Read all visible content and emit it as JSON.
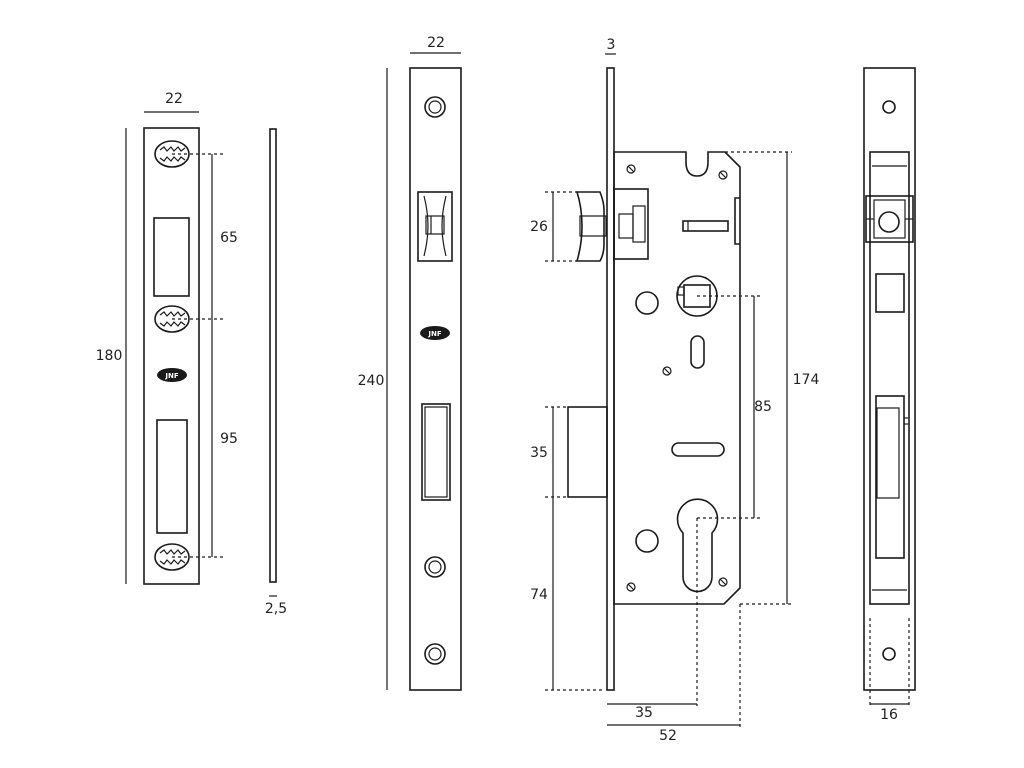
{
  "dimensions": {
    "strike_width": "22",
    "strike_height": "180",
    "hole_spacing_top": "65",
    "hole_spacing_bottom": "95",
    "strike_thickness": "2,5",
    "faceplate_width": "22",
    "faceplate_height": "240",
    "faceplate_thickness": "3",
    "latch_height": "26",
    "deadbolt_height": "35",
    "bolt_to_bottom": "74",
    "body_height": "174",
    "center_distance": "85",
    "backset": "35",
    "body_depth": "52",
    "side_width": "16"
  },
  "logo_text": "JNF",
  "colors": {
    "line": "#1a1a1a",
    "background": "#ffffff"
  }
}
